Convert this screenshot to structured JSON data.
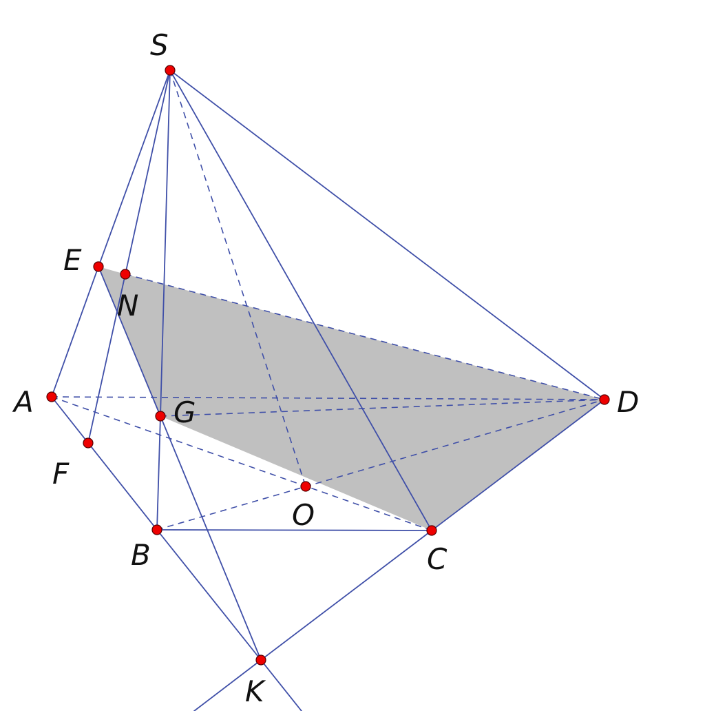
{
  "figure": {
    "points": [
      {
        "id": "S",
        "label": "S"
      },
      {
        "id": "E",
        "label": "E"
      },
      {
        "id": "N",
        "label": "N"
      },
      {
        "id": "A",
        "label": "A"
      },
      {
        "id": "G",
        "label": "G"
      },
      {
        "id": "F",
        "label": "F"
      },
      {
        "id": "O",
        "label": "O"
      },
      {
        "id": "B",
        "label": "B"
      },
      {
        "id": "C",
        "label": "C"
      },
      {
        "id": "D",
        "label": "D"
      },
      {
        "id": "K",
        "label": "K"
      }
    ],
    "shaded_region": [
      "E",
      "N",
      "D",
      "C",
      "G"
    ],
    "solid_edges": [
      [
        "S",
        "E"
      ],
      [
        "S",
        "N"
      ],
      [
        "S",
        "G"
      ],
      [
        "S",
        "C"
      ],
      [
        "S",
        "D"
      ],
      [
        "E",
        "A"
      ],
      [
        "E",
        "G"
      ],
      [
        "N",
        "F"
      ],
      [
        "A",
        "B"
      ],
      [
        "G",
        "B"
      ],
      [
        "G",
        "K"
      ],
      [
        "B",
        "C"
      ],
      [
        "C",
        "D"
      ],
      [
        "B",
        "K"
      ],
      [
        "C",
        "K"
      ]
    ],
    "dashed_edges": [
      [
        "S",
        "O"
      ],
      [
        "N",
        "D"
      ],
      [
        "A",
        "D"
      ],
      [
        "A",
        "C"
      ],
      [
        "B",
        "D"
      ],
      [
        "G",
        "D"
      ]
    ],
    "colors": {
      "edge": "#3f4fa8",
      "point": "#ee0000",
      "shade": "#c0c0c0"
    }
  }
}
